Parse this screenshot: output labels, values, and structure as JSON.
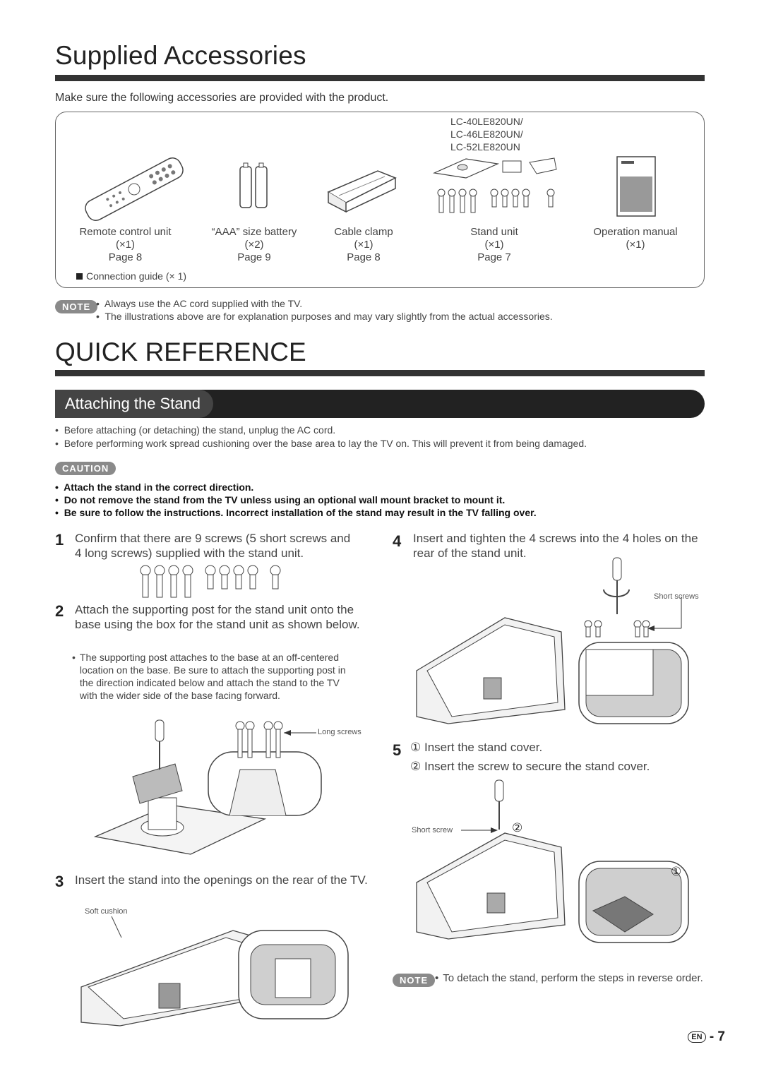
{
  "supplied": {
    "title": "Supplied Accessories",
    "intro": "Make sure the following accessories are provided with the product.",
    "models": [
      "LC-40LE820UN/",
      "LC-46LE820UN/",
      "LC-52LE820UN"
    ],
    "items": [
      {
        "name": "Remote control unit",
        "qty": "(×1)",
        "page": "Page 8"
      },
      {
        "name": "“AAA” size battery",
        "qty": "(×2)",
        "page": "Page 9"
      },
      {
        "name": "Cable clamp",
        "qty": "(×1)",
        "page": "Page 8"
      },
      {
        "name": "Stand unit",
        "qty": "(×1)",
        "page": "Page 7"
      },
      {
        "name": "Operation manual",
        "qty": "(×1)",
        "page": ""
      }
    ],
    "connection_guide": "Connection guide (× 1)",
    "note_label": "NOTE",
    "notes": [
      "Always use the AC cord supplied with the TV.",
      "The illustrations above are for explanation purposes and may vary slightly from the actual accessories."
    ]
  },
  "quick": {
    "title": "QUICK REFERENCE",
    "section": "Attaching the Stand",
    "bullets": [
      "Before attaching (or detaching) the stand, unplug the AC cord.",
      "Before performing work spread cushioning over the base area to lay the TV on. This will prevent it from being damaged."
    ],
    "caution_label": "CAUTION",
    "cautions": [
      "Attach the stand in the correct direction.",
      "Do not remove the stand from the TV unless using an optional wall mount bracket to mount it.",
      "Be sure to follow the instructions. Incorrect installation of the stand may result in the TV falling over."
    ],
    "steps": {
      "s1": {
        "num": "1",
        "text": "Confirm that there are 9 screws (5 short screws and 4 long screws) supplied with the stand unit."
      },
      "s2": {
        "num": "2",
        "text": "Attach the supporting post for the stand unit onto the base using the box for the stand unit as shown below.",
        "sub": "The supporting post attaches to the base at an off-centered location on the base. Be sure to attach the supporting post in the direction indicated below and attach the stand to the TV with the wider side of the base facing forward.",
        "callout": "Long screws"
      },
      "s3": {
        "num": "3",
        "text": "Insert the stand into the openings on the rear of the TV.",
        "callout": "Soft cushion"
      },
      "s4": {
        "num": "4",
        "text": "Insert and tighten the 4 screws into the 4 holes on the rear of the stand unit.",
        "callout": "Short screws"
      },
      "s5": {
        "num": "5",
        "a_mark": "①",
        "a": "Insert the stand cover.",
        "b_mark": "②",
        "b": "Insert the screw to secure the stand cover.",
        "callout": "Short screw"
      }
    },
    "final_note": "To detach the stand, perform the steps in reverse order."
  },
  "footer": {
    "lang": "EN",
    "page": "- 7"
  }
}
